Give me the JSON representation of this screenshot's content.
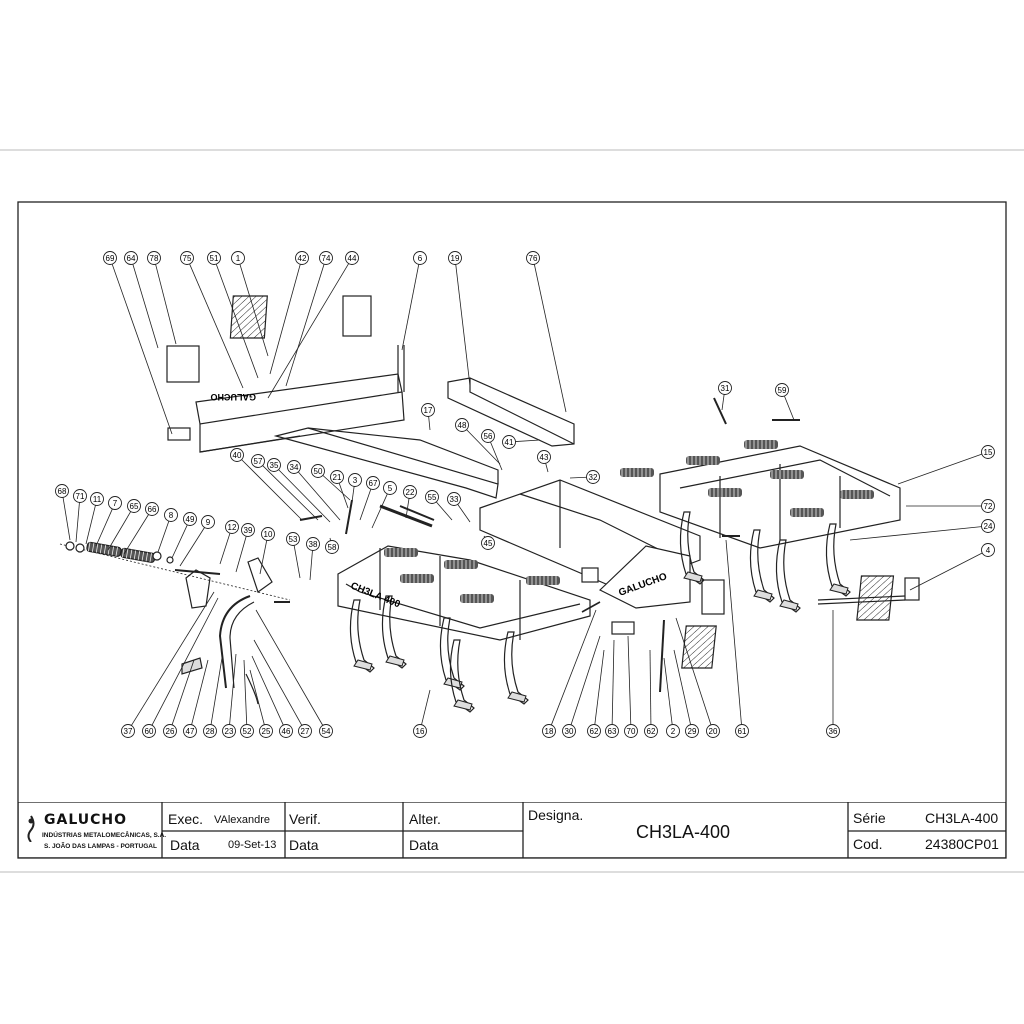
{
  "drawing": {
    "callouts": [
      {
        "label": "69"
      },
      {
        "label": "64"
      },
      {
        "label": "78"
      },
      {
        "label": "75"
      },
      {
        "label": "51"
      },
      {
        "label": "1"
      },
      {
        "label": "42"
      },
      {
        "label": "74"
      },
      {
        "label": "44"
      },
      {
        "label": "6"
      },
      {
        "label": "19"
      },
      {
        "label": "76"
      },
      {
        "label": "31"
      },
      {
        "label": "59"
      },
      {
        "label": "15"
      },
      {
        "label": "72"
      },
      {
        "label": "24"
      },
      {
        "label": "4"
      },
      {
        "label": "17"
      },
      {
        "label": "48"
      },
      {
        "label": "56"
      },
      {
        "label": "41"
      },
      {
        "label": "43"
      },
      {
        "label": "32"
      },
      {
        "label": "40"
      },
      {
        "label": "57"
      },
      {
        "label": "35"
      },
      {
        "label": "34"
      },
      {
        "label": "50"
      },
      {
        "label": "21"
      },
      {
        "label": "3"
      },
      {
        "label": "67"
      },
      {
        "label": "5"
      },
      {
        "label": "22"
      },
      {
        "label": "55"
      },
      {
        "label": "33"
      },
      {
        "label": "45"
      },
      {
        "label": "58"
      },
      {
        "label": "68"
      },
      {
        "label": "71"
      },
      {
        "label": "11"
      },
      {
        "label": "7"
      },
      {
        "label": "65"
      },
      {
        "label": "66"
      },
      {
        "label": "8"
      },
      {
        "label": "49"
      },
      {
        "label": "9"
      },
      {
        "label": "12"
      },
      {
        "label": "39"
      },
      {
        "label": "10"
      },
      {
        "label": "53"
      },
      {
        "label": "38"
      },
      {
        "label": "37"
      },
      {
        "label": "60"
      },
      {
        "label": "26"
      },
      {
        "label": "47"
      },
      {
        "label": "28"
      },
      {
        "label": "23"
      },
      {
        "label": "52"
      },
      {
        "label": "25"
      },
      {
        "label": "46"
      },
      {
        "label": "27"
      },
      {
        "label": "54"
      },
      {
        "label": "16"
      },
      {
        "label": "18"
      },
      {
        "label": "30"
      },
      {
        "label": "62"
      },
      {
        "label": "63"
      },
      {
        "label": "70"
      },
      {
        "label": "62"
      },
      {
        "label": "2"
      },
      {
        "label": "29"
      },
      {
        "label": "20"
      },
      {
        "label": "61"
      },
      {
        "label": "36"
      }
    ],
    "frame_texts": {
      "left": "CH3LA 400",
      "right": "GALUCHO",
      "plate": "GALUCHO"
    }
  },
  "title_block": {
    "company": "GALUCHO",
    "company_line1": "INDÚSTRIAS METALOMECÂNICAS, S.A.",
    "company_line2": "S. JOÃO DAS LAMPAS - PORTUGAL",
    "exec_label": "Exec.",
    "exec_value": "VAlexandre",
    "data_label": "Data",
    "data_value": "09-Set-13",
    "verif_label": "Verif.",
    "verif_data_label": "Data",
    "alter_label": "Alter.",
    "alter_data_label": "Data",
    "designa_label": "Designa.",
    "designa_value": "CH3LA-400",
    "serie_label": "Série",
    "serie_value": "CH3LA-400",
    "cod_label": "Cod.",
    "cod_value": "24380CP01"
  }
}
